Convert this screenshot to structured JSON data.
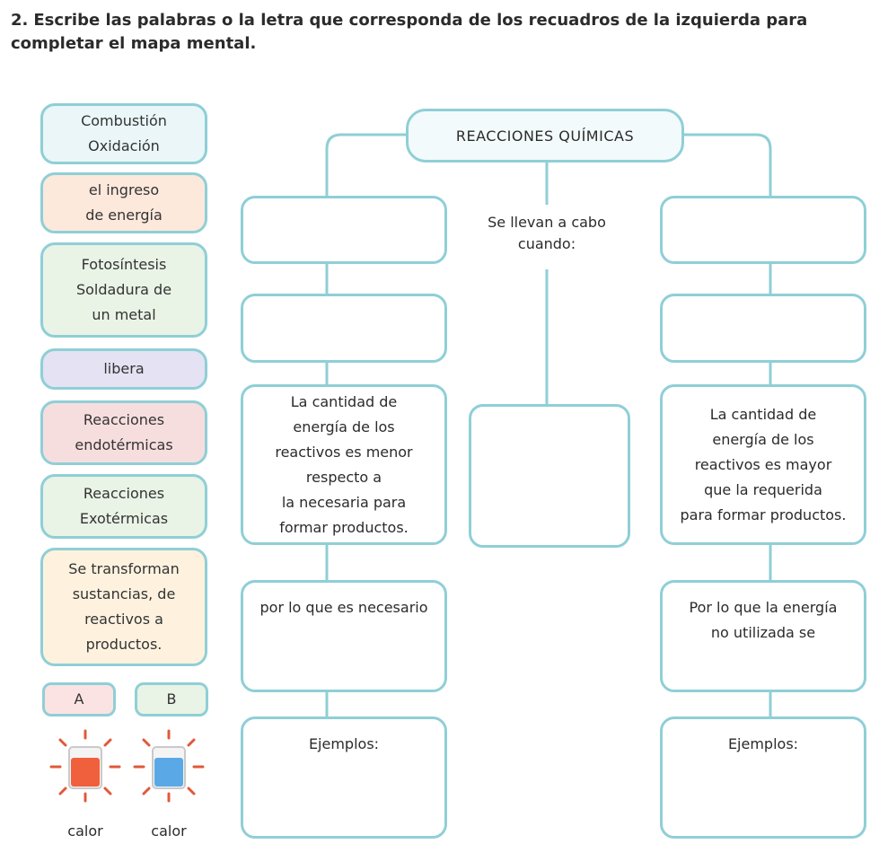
{
  "question": {
    "number": "2.",
    "text": "Escribe las palabras o la letra que corresponda de los recuadros de la izquierda para completar el mapa mental."
  },
  "word_bank": [
    {
      "lines": [
        "Combustión",
        "Oxidación"
      ],
      "bg": "#eaf6f7"
    },
    {
      "lines": [
        "el ingreso",
        "de energía"
      ],
      "bg": "#fde8dc"
    },
    {
      "lines": [
        "Fotosíntesis",
        "Soldadura de",
        "un metal"
      ],
      "bg": "#e9f3e6"
    },
    {
      "lines": [
        "libera"
      ],
      "bg": "#e4e2f3"
    },
    {
      "lines": [
        "Reacciones",
        "endotérmicas"
      ],
      "bg": "#f7dede"
    },
    {
      "lines": [
        "Reacciones",
        "Exotérmicas"
      ],
      "bg": "#e9f3e6"
    },
    {
      "lines": [
        "Se transforman",
        "sustancias, de",
        "reactivos a",
        "productos."
      ],
      "bg": "#fef2df"
    }
  ],
  "letters": {
    "a": {
      "label": "A",
      "bg": "#fbe3e3"
    },
    "b": {
      "label": "B",
      "bg": "#e9f3e6"
    }
  },
  "beakers": {
    "left_caption": "calor",
    "right_caption": "calor",
    "left_liquid": "#f0603c",
    "right_liquid": "#5aa9e6"
  },
  "map": {
    "title": "REACCIONES QUÍMICAS",
    "center_text": "Se llevan a cabo\ncuando:",
    "left_quantity": "La cantidad de\nenergía de los\nreactivos es menor\nrespecto a\nla necesaria para\nformar productos.",
    "right_quantity": "La cantidad de\nenergía de los\nreactivos es mayor\nque la requerida\npara formar productos.",
    "left_consequence": "por lo que es necesario",
    "right_consequence": "Por lo que la energía\nno utilizada se",
    "left_examples": "Ejemplos:",
    "right_examples": "Ejemplos:"
  },
  "colors": {
    "border": "#8fcfd6"
  }
}
